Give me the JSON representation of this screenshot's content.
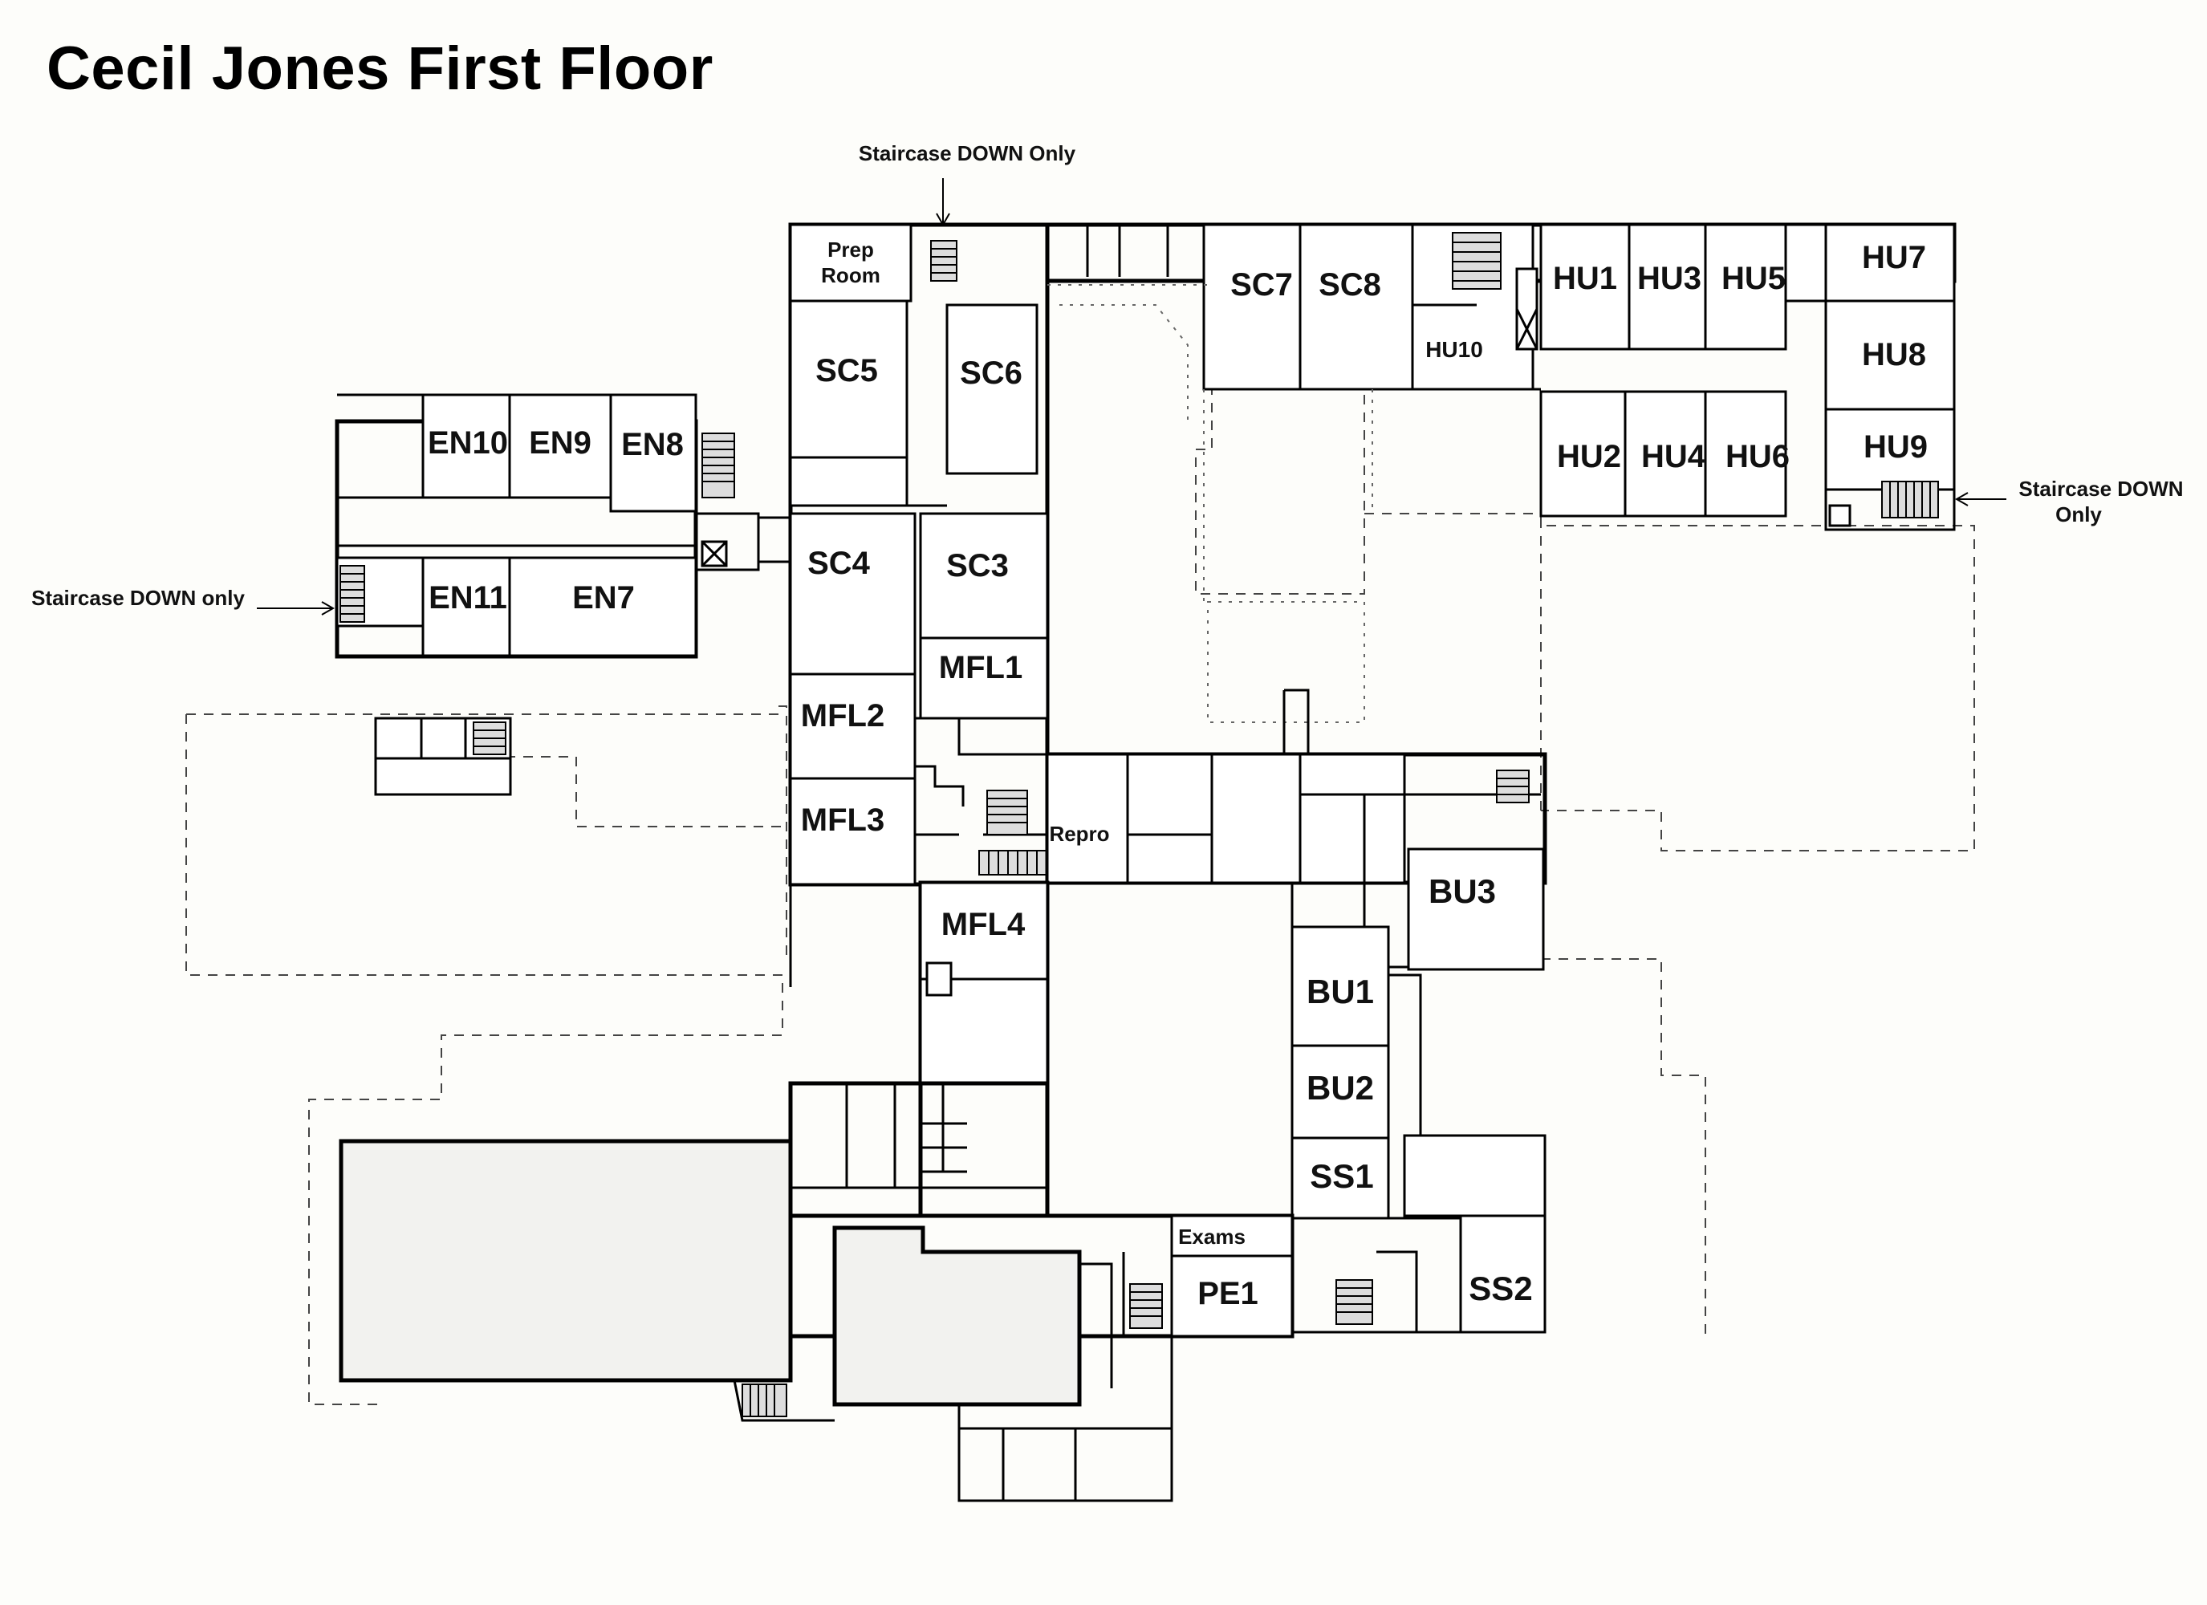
{
  "title": "Cecil Jones First Floor",
  "annotations": {
    "staircase_top": "Staircase DOWN Only",
    "staircase_left": "Staircase DOWN only",
    "staircase_right_line1": "Staircase DOWN",
    "staircase_right_line2": "Only"
  },
  "rooms": {
    "prep_line1": "Prep",
    "prep_line2": "Room",
    "sc5": "SC5",
    "sc6": "SC6",
    "sc7": "SC7",
    "sc8": "SC8",
    "sc4": "SC4",
    "sc3": "SC3",
    "hu1": "HU1",
    "hu3": "HU3",
    "hu5": "HU5",
    "hu7": "HU7",
    "hu8": "HU8",
    "hu9": "HU9",
    "hu10": "HU10",
    "hu2": "HU2",
    "hu4": "HU4",
    "hu6": "HU6",
    "en10": "EN10",
    "en9": "EN9",
    "en8": "EN8",
    "en11": "EN11",
    "en7": "EN7",
    "mfl1": "MFL1",
    "mfl2": "MFL2",
    "mfl3": "MFL3",
    "mfl4": "MFL4",
    "repro": "Repro",
    "bu3": "BU3",
    "bu1": "BU1",
    "bu2": "BU2",
    "ss1": "SS1",
    "ss2": "SS2",
    "exams": "Exams",
    "pe1": "PE1"
  }
}
